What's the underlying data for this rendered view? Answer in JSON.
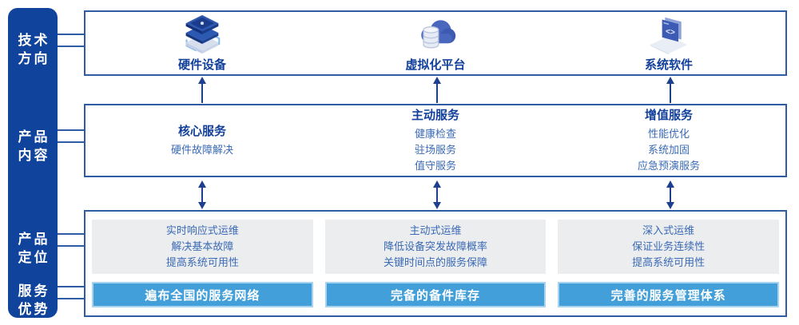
{
  "sidebar": {
    "labels": [
      {
        "line1": "技术",
        "line2": "方向"
      },
      {
        "line1": "产品",
        "line2": "内容"
      },
      {
        "line1": "产品",
        "line2": "定位"
      },
      {
        "line1": "服务",
        "line2": "优势"
      }
    ]
  },
  "tech_row": {
    "items": [
      {
        "icon": "server-stack-icon",
        "label": "硬件设备"
      },
      {
        "icon": "cloud-database-icon",
        "label": "虚拟化平台"
      },
      {
        "icon": "code-window-icon",
        "label": "系统软件"
      }
    ]
  },
  "content_row": {
    "columns": [
      {
        "heading": "核心服务",
        "items": [
          "硬件故障解决"
        ]
      },
      {
        "heading": "主动服务",
        "items": [
          "健康检查",
          "驻场服务",
          "值守服务"
        ]
      },
      {
        "heading": "增值服务",
        "items": [
          "性能优化",
          "系统加固",
          "应急预演服务"
        ]
      }
    ]
  },
  "positioning_row": {
    "columns": [
      {
        "lines": [
          "实时响应式运维",
          "解决基本故障",
          "提高系统可用性"
        ],
        "banner": "遍布全国的服务网络"
      },
      {
        "lines": [
          "主动式运维",
          "降低设备突发故障概率",
          "关键时间点的服务保障"
        ],
        "banner": "完备的备件库存"
      },
      {
        "lines": [
          "深入式运维",
          "保证业务连续性",
          "提高系统可用性"
        ],
        "banner": "完善的服务管理体系"
      }
    ]
  },
  "colors": {
    "sidebar_bg": "#10439B",
    "box_border": "#2E5BA4",
    "heading_text": "#12409A",
    "item_text": "#3A6AB5",
    "panel_bg": "#ECEDEE",
    "banner_bg": "#429FD9",
    "banner_border": "#A6D4F0",
    "arrow": "#1C3F8E"
  }
}
